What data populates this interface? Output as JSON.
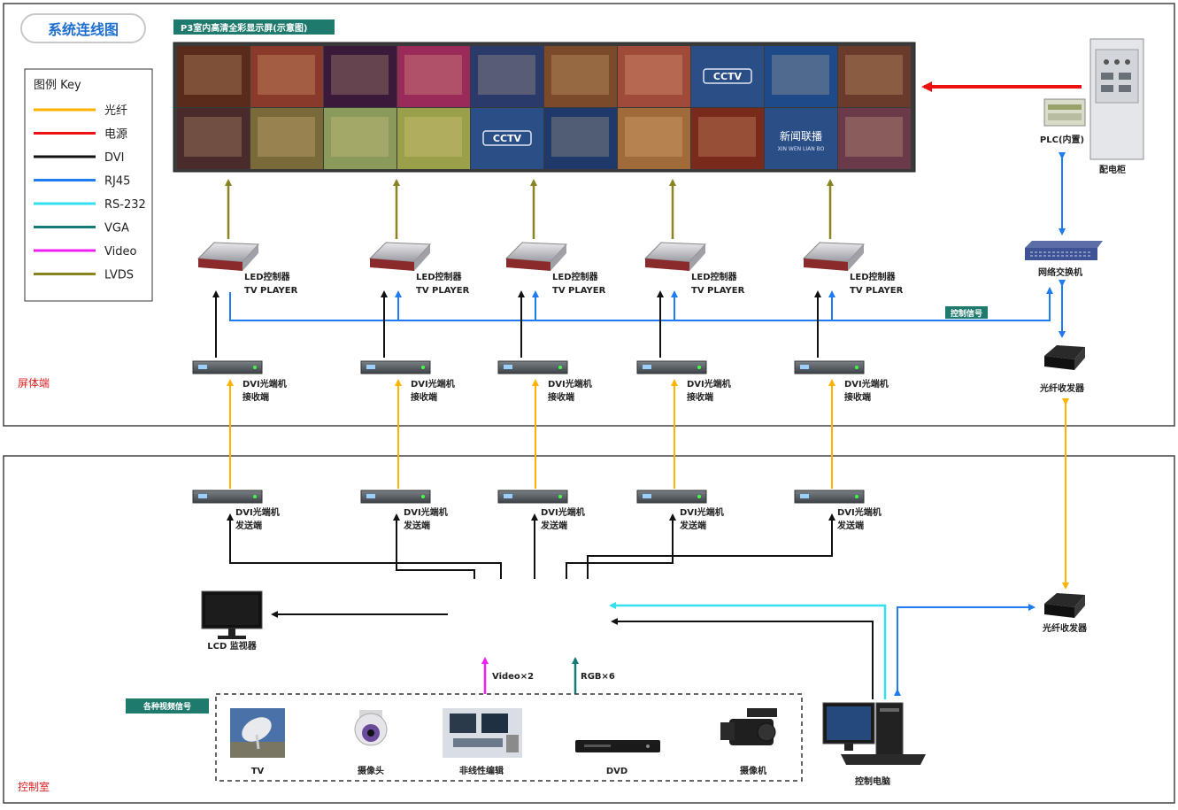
{
  "title": "系统连线图",
  "screen_label": "P3室内高清全彩显示屏(示意图)",
  "zones": {
    "screen_side": "屏体端",
    "control_room": "控制室"
  },
  "legend": {
    "heading": "图例 Key",
    "items": [
      {
        "label": "光纤",
        "color": "#ffb300"
      },
      {
        "label": "电源",
        "color": "#ee1111"
      },
      {
        "label": "DVI",
        "color": "#111111"
      },
      {
        "label": "RJ45",
        "color": "#1e7cf2"
      },
      {
        "label": "RS-232",
        "color": "#33e0f0"
      },
      {
        "label": "VGA",
        "color": "#167a78"
      },
      {
        "label": "Video",
        "color": "#f020f0"
      },
      {
        "label": "LVDS",
        "color": "#8a8420"
      }
    ]
  },
  "led_controller": {
    "line1": "LED控制器",
    "line2": "TV PLAYER"
  },
  "dvi_receiver": {
    "line1": "DVI光端机",
    "line2": "接收端"
  },
  "dvi_sender": {
    "line1": "DVI光端机",
    "line2": "发送端"
  },
  "plc_label": "PLC(内置)",
  "power_cabinet_label": "配电柜",
  "switch_label": "网络交换机",
  "control_signal_label": "控制信号",
  "fiber_transceiver_top": "光纤收发器",
  "fiber_transceiver_bottom": "光纤收发器",
  "lcd_monitor_label": "LCD 监视器",
  "video_in_label": "Video×2",
  "rgb_in_label": "RGB×6",
  "sources_title": "各种视频信号",
  "sources": [
    "TV",
    "摄像头",
    "非线性编辑",
    "DVD",
    "摄像机"
  ],
  "control_pc_label": "控制电脑",
  "screen_tiles": [
    "",
    "",
    "",
    "",
    "",
    "",
    "",
    "CCTV",
    "",
    "",
    "",
    "",
    "",
    "",
    "CCTV",
    "",
    "",
    "",
    "新闻联播",
    ""
  ],
  "screen_logo_text": "CCTV",
  "screen_news_text": "新闻联播",
  "screen_news_sub": "XIN WEN LIAN BO",
  "colors": {
    "fiber": "#ffb300",
    "power": "#ee1111",
    "dvi": "#111111",
    "rj45": "#1e7cf2",
    "rs232": "#33e0f0",
    "vga": "#167a78",
    "video": "#f020f0",
    "lvds": "#8a8420",
    "tag_bg": "#1f7a6e",
    "title_blue": "#1f6fd1"
  }
}
